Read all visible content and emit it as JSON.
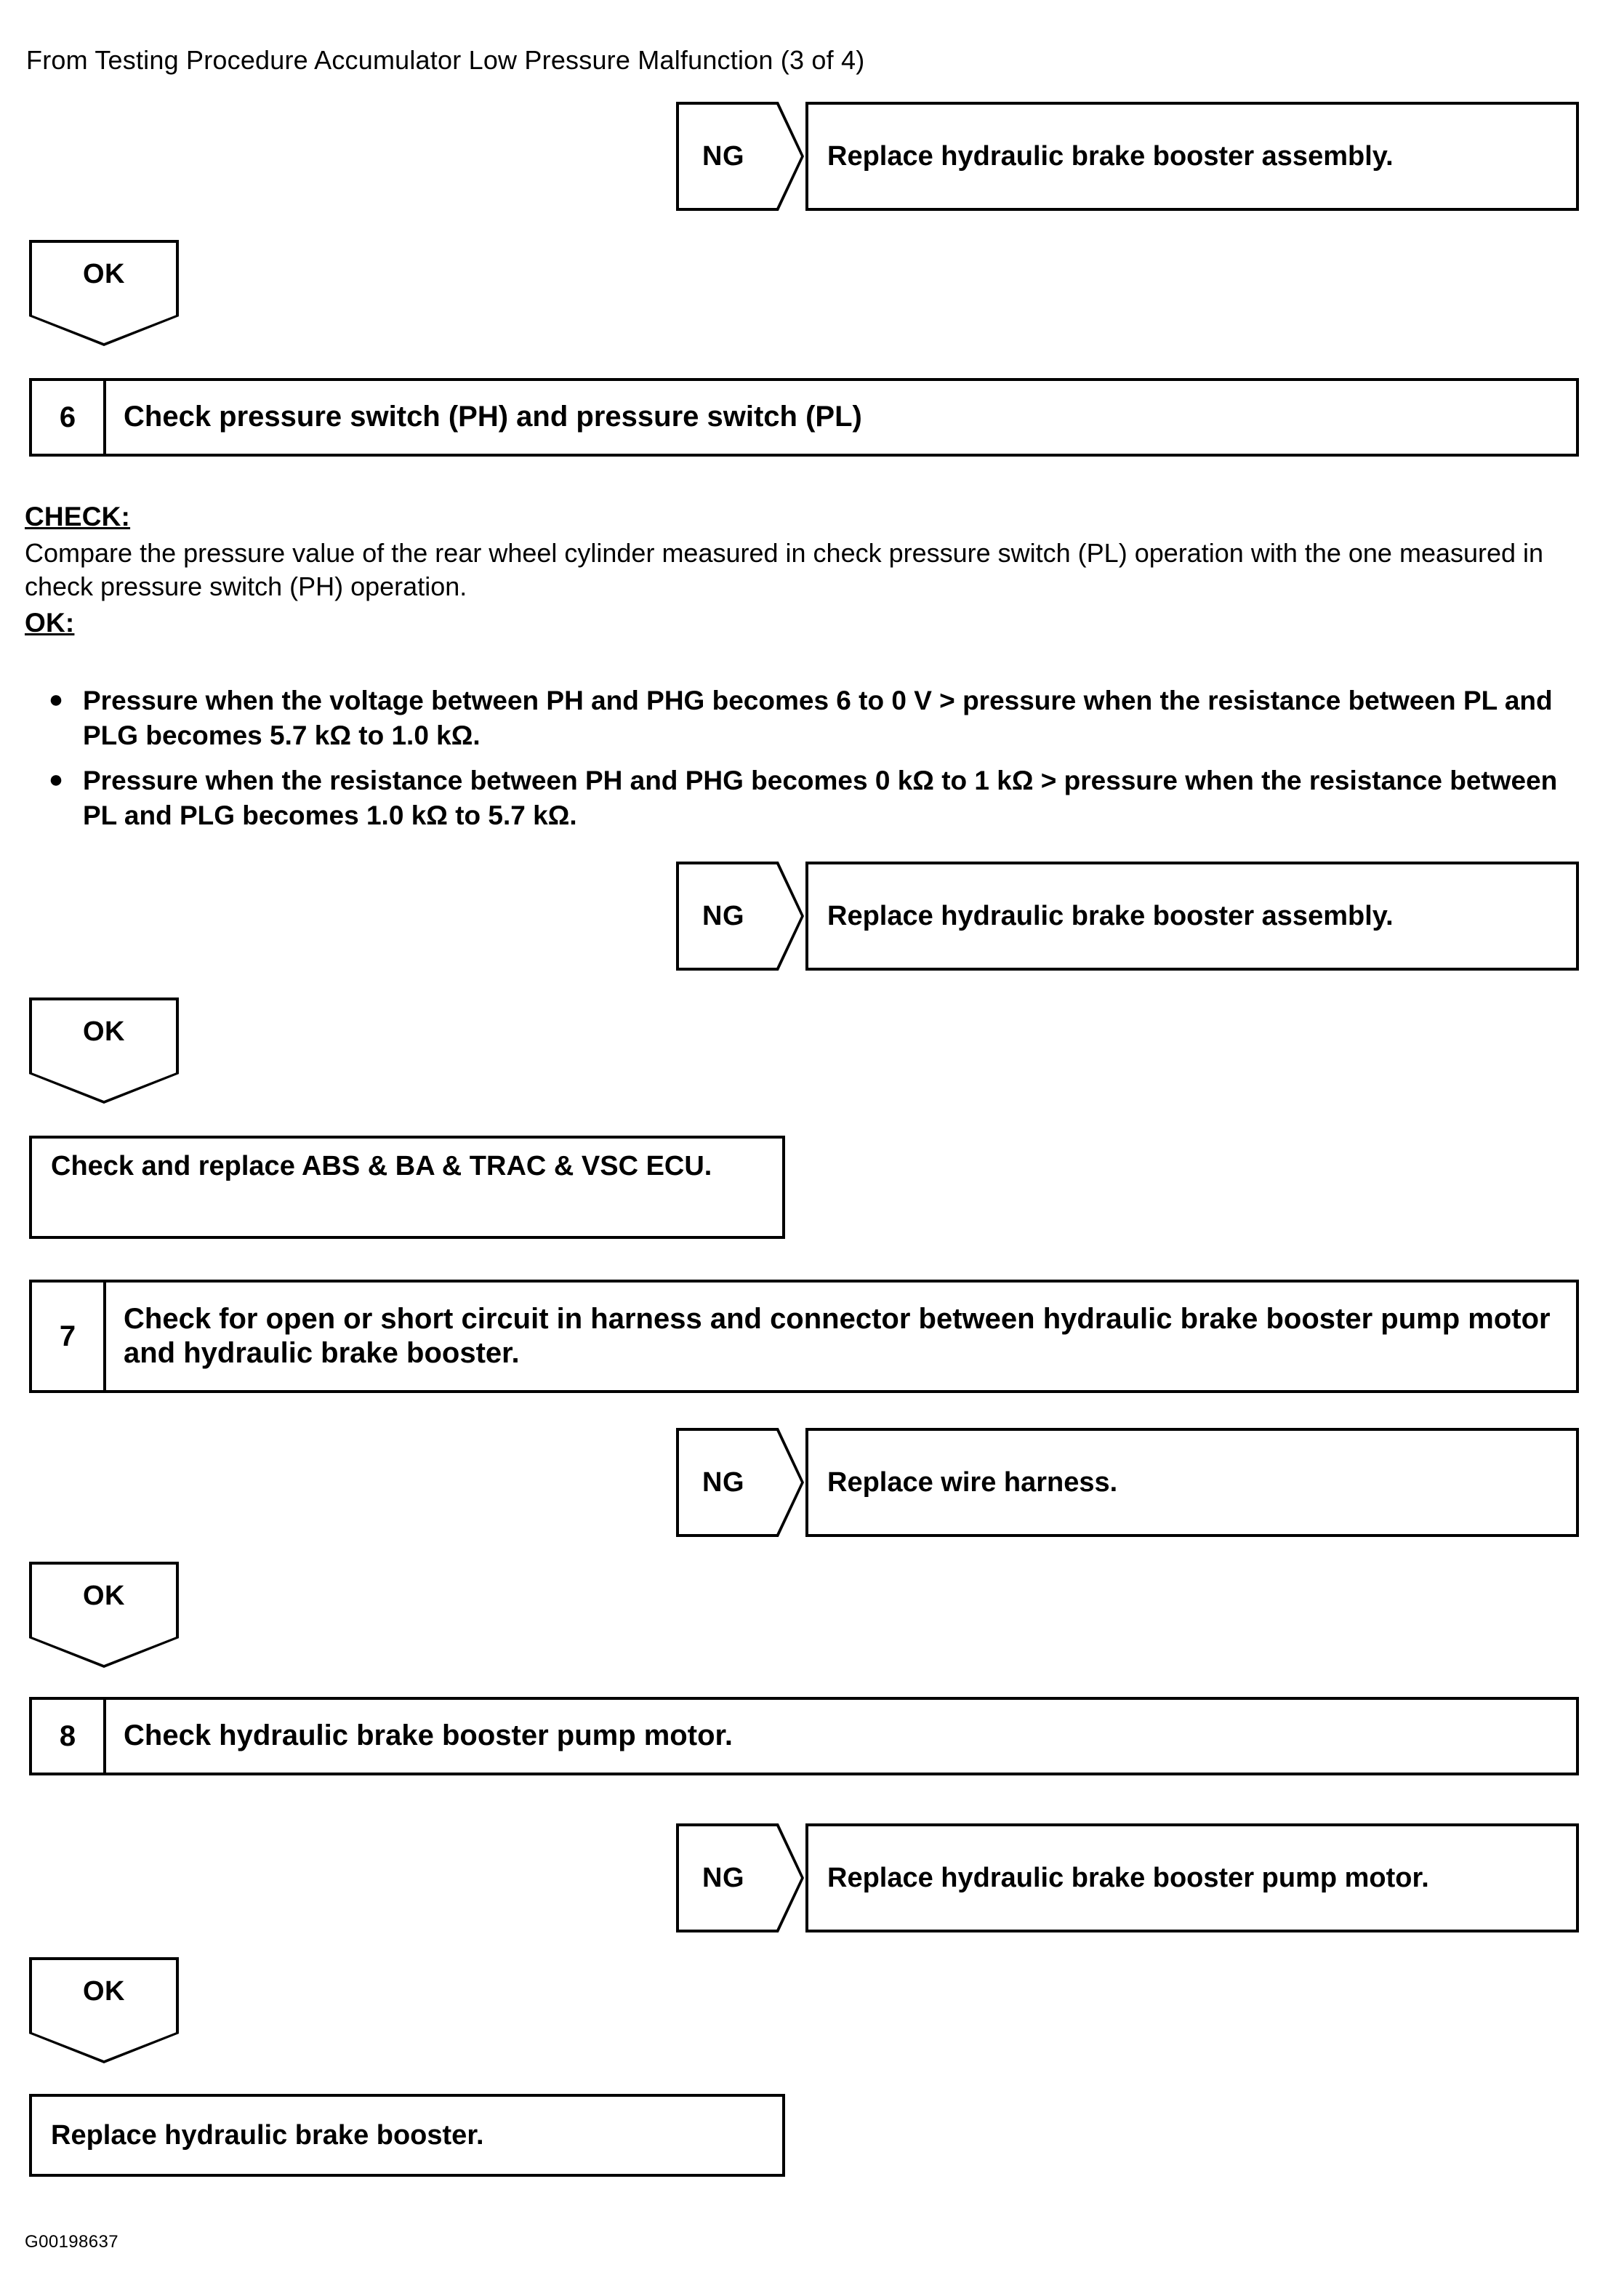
{
  "page": {
    "header": "From Testing Procedure Accumulator Low Pressure Malfunction (3 of 4)",
    "footer_code": "G00198637"
  },
  "labels": {
    "ng": "NG",
    "ok": "OK"
  },
  "blocks": {
    "ng1_text": "Replace hydraulic brake booster assembly.",
    "step6": {
      "number": "6",
      "title": "Check pressure switch (PH) and pressure switch (PL)"
    },
    "check_heading": "CHECK:",
    "check_body": "Compare the pressure value of the rear wheel cylinder measured in check pressure switch (PL) operation with the one measured in check pressure switch (PH) operation.",
    "ok_heading": "OK:",
    "bullets": [
      "Pressure when the voltage between PH and PHG becomes 6 to 0 V  >  pressure when the resistance between PL and PLG becomes 5.7 kΩ to 1.0 kΩ.",
      "Pressure when the resistance between PH and PHG becomes 0 kΩ to 1 kΩ  >  pressure when the resistance between PL and PLG becomes 1.0 kΩ to 5.7 kΩ."
    ],
    "ng2_text": "Replace hydraulic brake booster assembly.",
    "ecu_box": "Check and replace ABS & BA & TRAC & VSC ECU.",
    "step7": {
      "number": "7",
      "title": "Check for open or short circuit in harness and connector between hydraulic brake booster pump motor and hydraulic brake booster."
    },
    "ng3_text": "Replace wire harness.",
    "step8": {
      "number": "8",
      "title": "Check hydraulic brake booster pump motor."
    },
    "ng4_text": "Replace hydraulic brake booster pump motor.",
    "final_box": "Replace hydraulic brake booster."
  }
}
